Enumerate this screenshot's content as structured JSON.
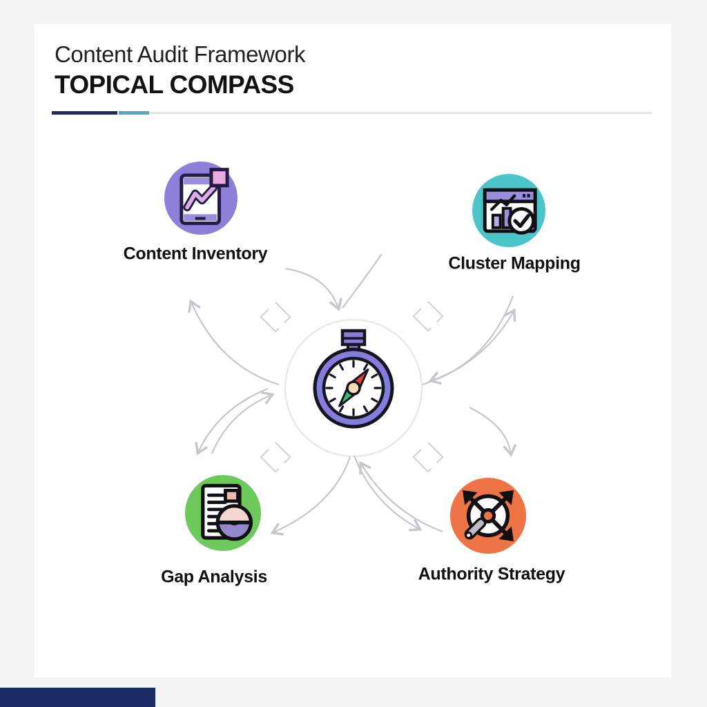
{
  "header": {
    "subtitle": "Content Audit Framework",
    "title": "TOPICAL COMPASS"
  },
  "nodes": {
    "content_inventory": {
      "label": "Content Inventory",
      "color": "#8c80d8",
      "icon": "tablet-trend-chart-icon"
    },
    "cluster_mapping": {
      "label": "Cluster Mapping",
      "color": "#4bc5c9",
      "icon": "browser-bar-chart-check-icon"
    },
    "gap_analysis": {
      "label": "Gap Analysis",
      "color": "#6cc95a",
      "icon": "document-pie-icon"
    },
    "authority_strategy": {
      "label": "Authority Strategy",
      "color": "#ee7446",
      "icon": "crossing-arrows-target-icon"
    }
  },
  "center": {
    "icon": "compass-icon"
  },
  "colors": {
    "page_background": "#f4f4f5",
    "canvas": "#ffffff",
    "divider_navy": "#1e2a63",
    "divider_blue": "#5ba3c9",
    "divider_gray": "#e3e3e6",
    "footer_bar": "#1c2a66",
    "arrow_gray": "#c7c7cb",
    "diamond_gray": "#d4d4d8",
    "center_ring": "#e9e9ec",
    "compass_purple": "#857cdd",
    "needle_red": "#e23b3b",
    "needle_green": "#2ec46f",
    "needle_hub": "#f6ddb2"
  }
}
